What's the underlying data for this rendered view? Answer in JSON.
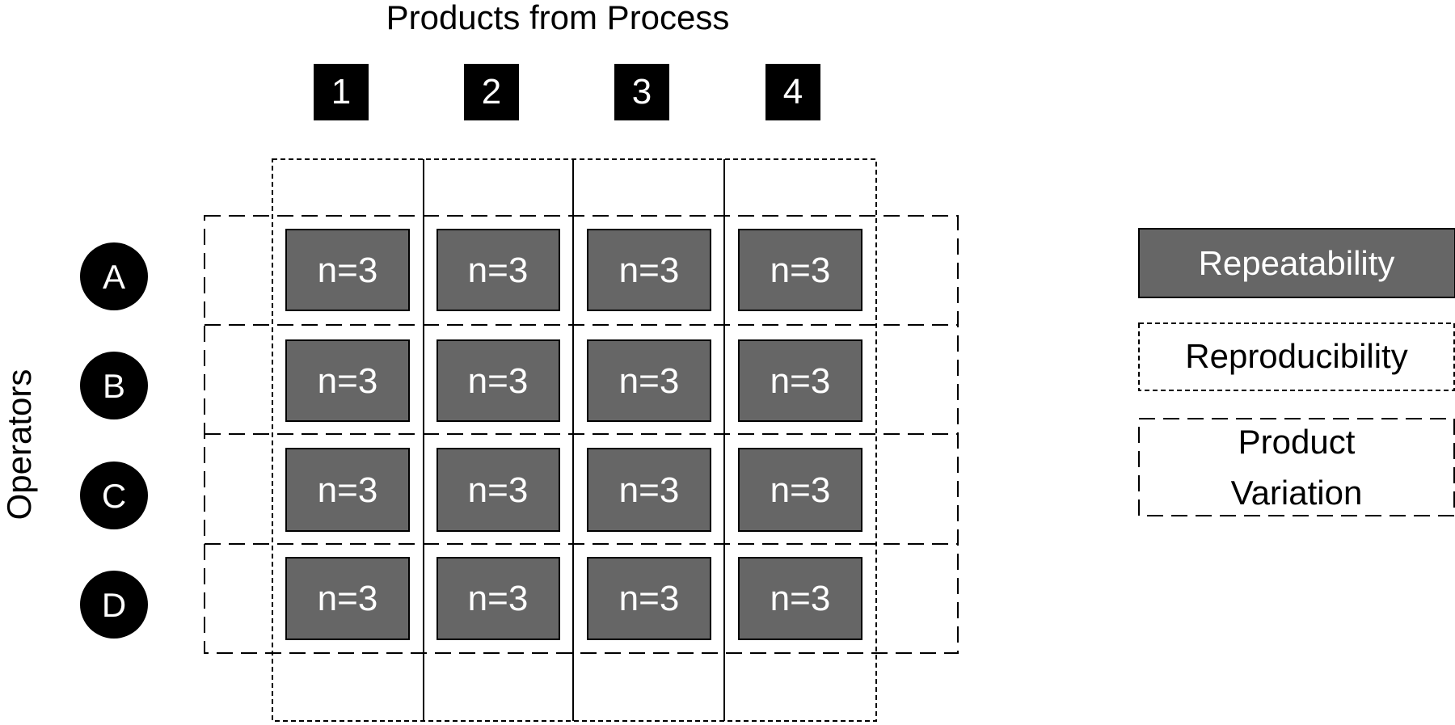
{
  "title": "Products from Process",
  "y_axis_label": "Operators",
  "products": [
    "1",
    "2",
    "3",
    "4"
  ],
  "operators": [
    "A",
    "B",
    "C",
    "D"
  ],
  "cell_label": "n=3",
  "legend": {
    "repeatability": "Repeatability",
    "reproducibility": "Reproducibility",
    "product_variation_line1": "Product",
    "product_variation_line2": "Variation"
  },
  "colors": {
    "cell_fill": "#666666",
    "badge_fill": "#000000",
    "text_light": "#ffffff",
    "text_dark": "#000000"
  }
}
